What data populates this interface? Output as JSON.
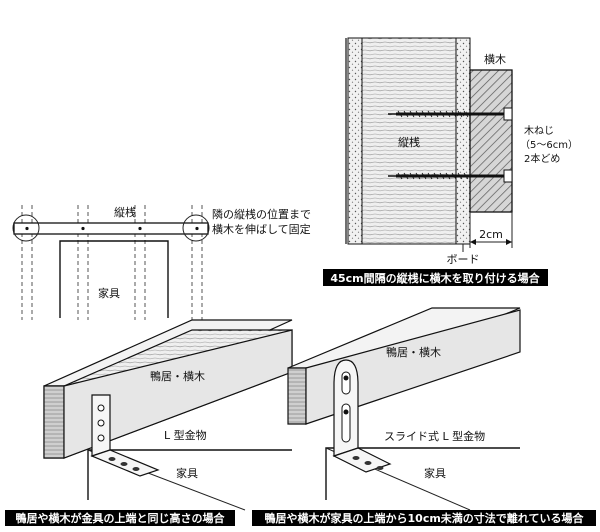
{
  "figure_top_left": {
    "label_stud": "縦桟",
    "note_line1": "隣の縦桟の位置まで",
    "note_line2": "横木を伸ばして固定",
    "label_furniture": "家具"
  },
  "figure_top_right": {
    "label_crosspiece": "横木",
    "label_stud": "縦桟",
    "screw_note_line1": "木ねじ",
    "screw_note_line2": "（5～6cm）",
    "screw_note_line3": "2本どめ",
    "dimension": "2cm",
    "label_board": "ボード",
    "caption": "45cm間隔の縦桟に横木を取り付ける場合"
  },
  "figure_bottom_left": {
    "label_beam": "鴨居・横木",
    "label_bracket": "L 型金物",
    "label_furniture": "家具",
    "caption": "鴨居や横木が金具の上端と同じ高さの場合"
  },
  "figure_bottom_right": {
    "label_beam": "鴨居・横木",
    "label_bracket": "スライド式 L 型金物",
    "label_furniture": "家具",
    "caption": "鴨居や横木が家具の上端から10cm未満の寸法で離れている場合"
  }
}
